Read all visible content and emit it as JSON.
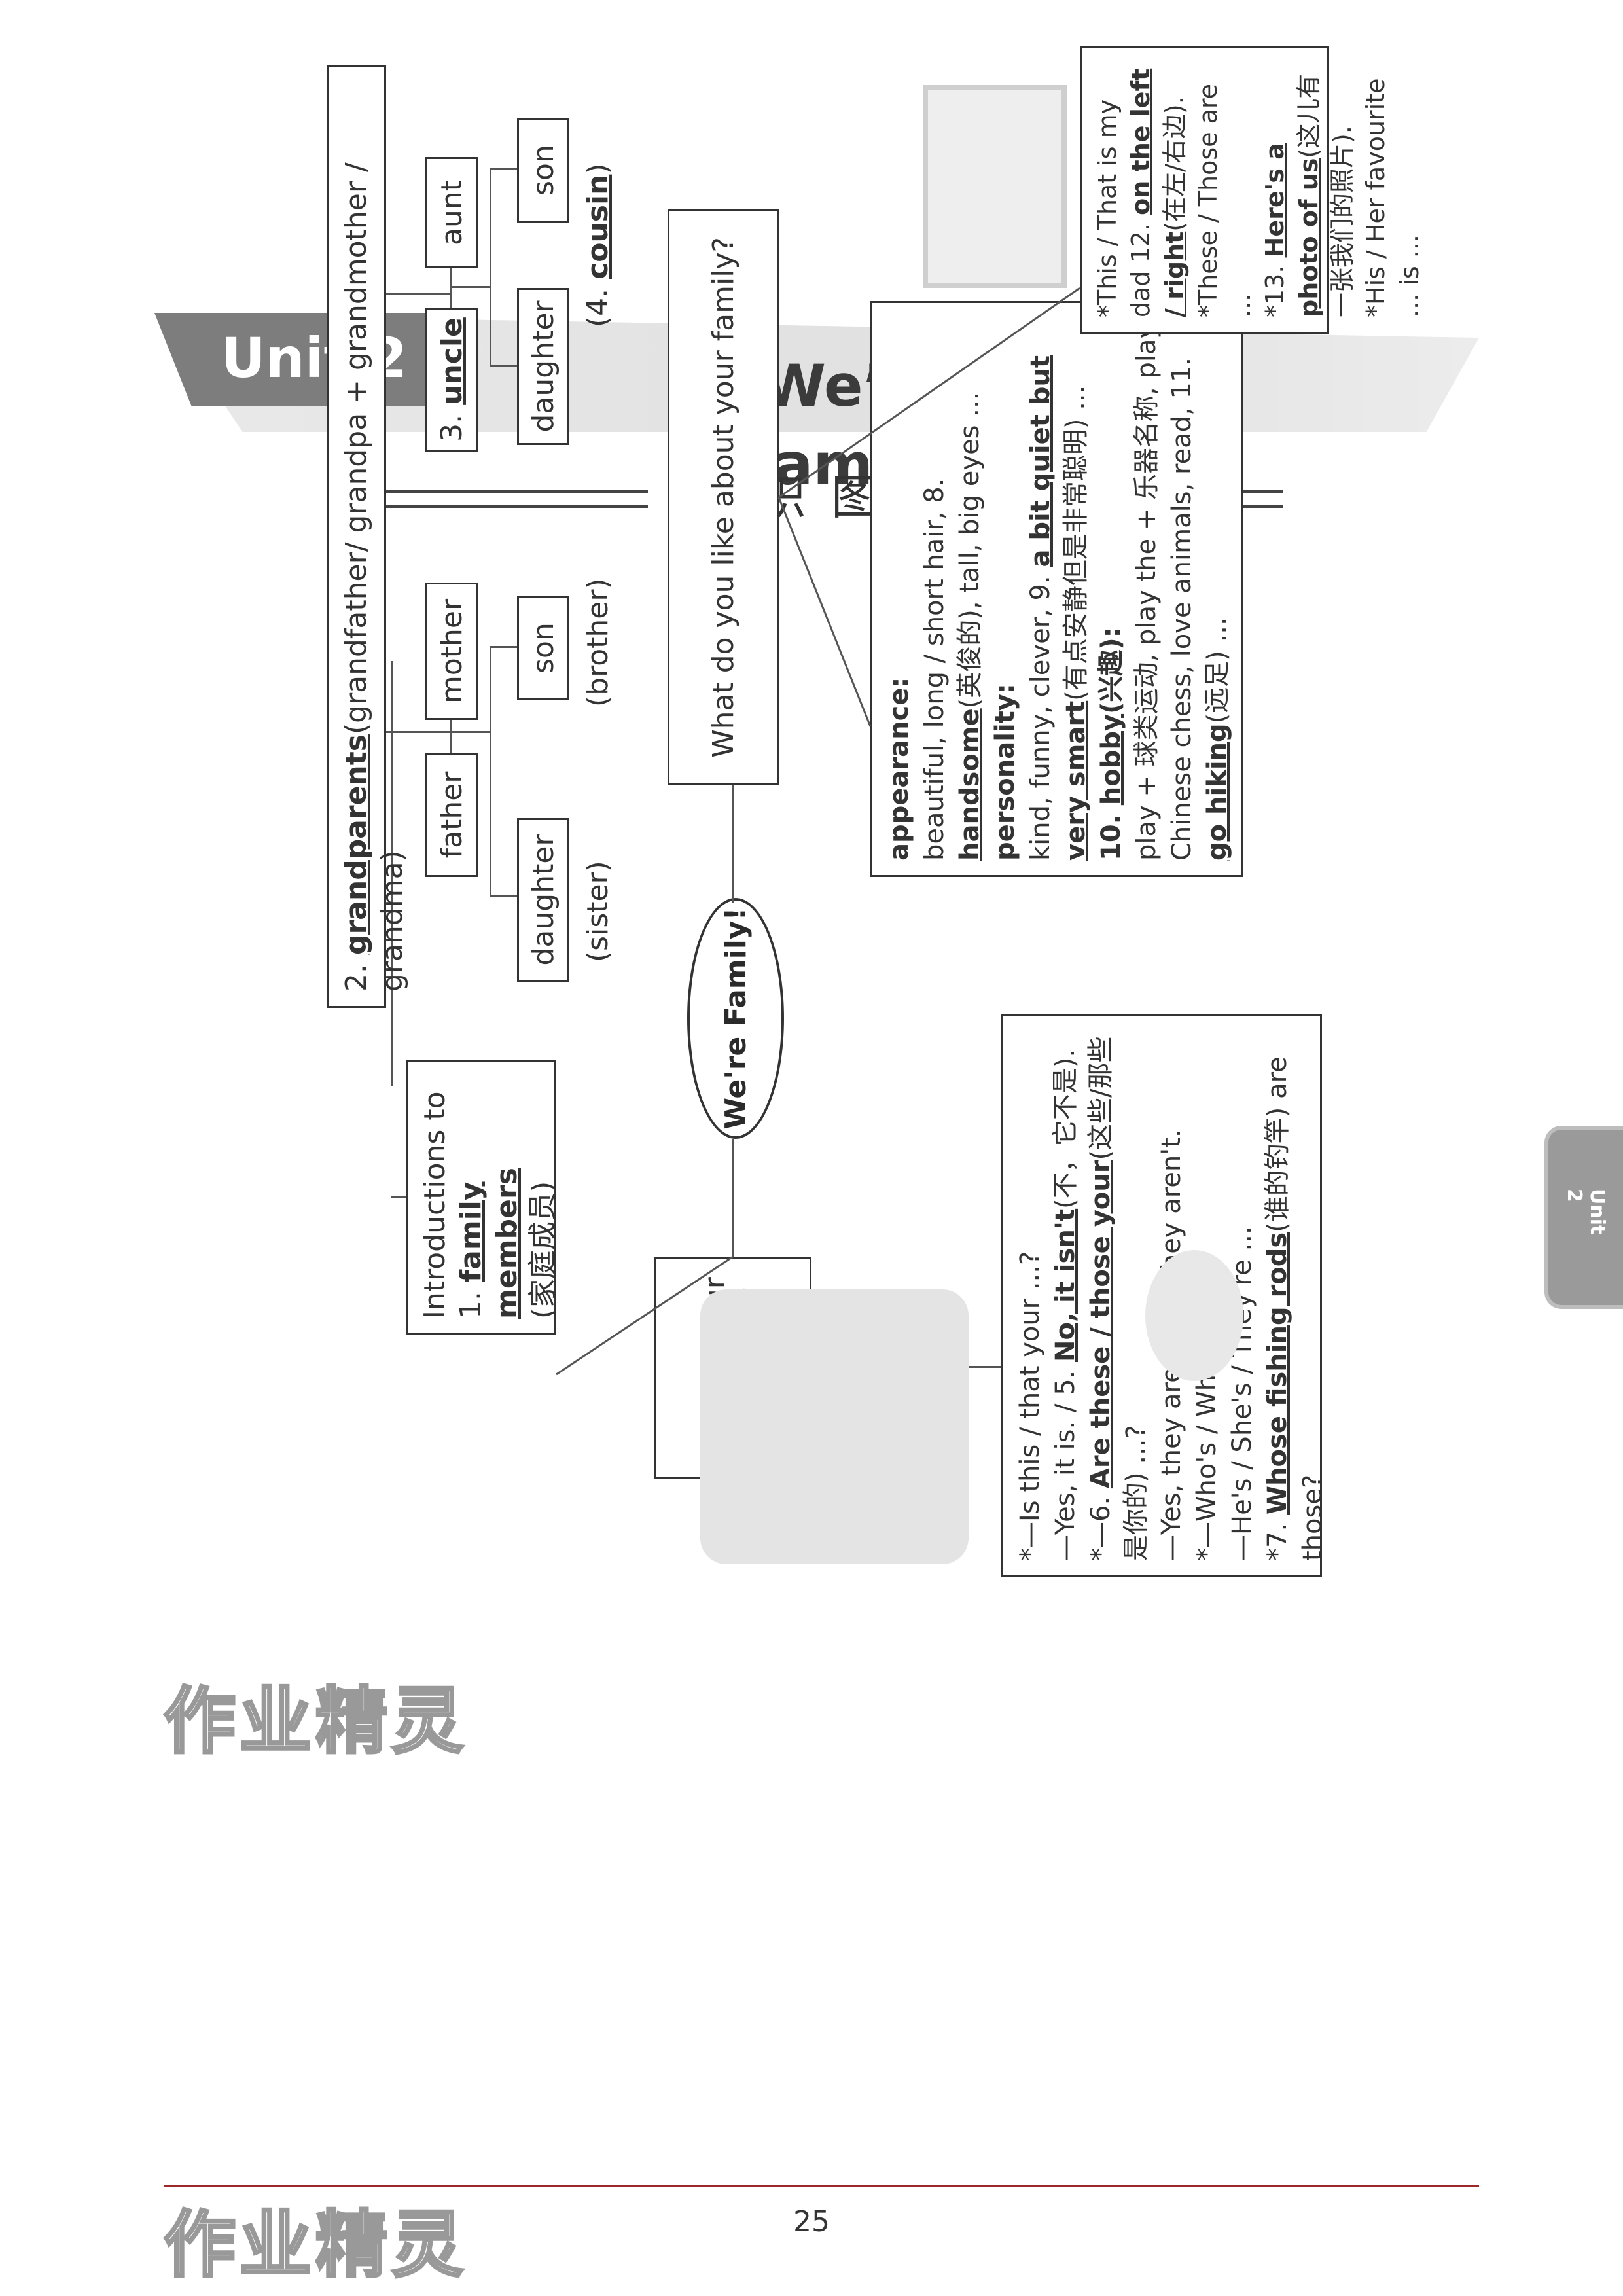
{
  "header": {
    "unit": "Unit 2",
    "title": "We’re Family!",
    "section": "知识图谱"
  },
  "side_tab": "Unit 2",
  "center": "We're Family!",
  "left_branch": {
    "question": "What is your family like?",
    "intro": {
      "line1": "Introductions to",
      "num": "1.",
      "answer": "family members",
      "cn": "(家庭成员)"
    },
    "tree": {
      "top_num": "2.",
      "top_answer": "grandparents",
      "top_rest": "(grandfather/ grandpa + grandmother / grandma)",
      "father": "father",
      "mother": "mother",
      "daughter": "daughter",
      "son": "son",
      "sister": "(sister)",
      "brother": "(brother)",
      "uncle_num": "3.",
      "uncle": "uncle",
      "aunt": "aunt",
      "daughter2": "daughter",
      "son2": "son",
      "cousin_open": "(4.",
      "cousin": "cousin",
      "cousin_close": ")"
    },
    "dialog": {
      "l1": "*—Is this / that your ...?",
      "l2a": "—Yes, it is. / 5.",
      "l2b": "No, it isn't",
      "l2c": "(不，它不是).",
      "l3a": "*—6.",
      "l3b": "Are these / those your",
      "l3c": "(这些/那些是你的) ...?",
      "l4": "—Yes, they are. / No, they aren't.",
      "l5": "*—Who's / Who're ...?",
      "l6": "—He's / She's / They're ...",
      "l7a": "*7.",
      "l7b": "Whose fishing rods",
      "l7c": "(谁的钓竿) are those?"
    }
  },
  "right_branch": {
    "question": "What do you like about your family?",
    "desc": {
      "appearance_h": "appearance:",
      "appearance": "beautiful, long / short hair, 8.",
      "handsome": "handsome",
      "handsome_cn": "(英俊的), tall, big eyes ...",
      "personality_h": "personality:",
      "personality": "kind, funny, clever, 9.",
      "quiet": "a bit quiet but very smart",
      "quiet_cn": "(有点安静但是非常聪明) ...",
      "hobby_num": "10.",
      "hobby": "hobby",
      "hobby_cn": "(兴趣):",
      "hobby_text": "play + 球类运动, play the + 乐器名称, play Chinese chess, love animals, read, 11.",
      "hiking": "go hiking",
      "hiking_cn": "(远足) ..."
    },
    "photo": {
      "l1": "*This / That is my dad 12.",
      "l1b": "on the left / right",
      "l1c": "(在左/右边).",
      "l2": "*These / Those are ...",
      "l3a": "*13.",
      "l3b": "Here's a photo of us",
      "l3c": "(这儿有一张我们的照片).",
      "l4": "*His / Her favourite ... is ..."
    }
  },
  "watermark": "作业精灵",
  "page_number": "25"
}
